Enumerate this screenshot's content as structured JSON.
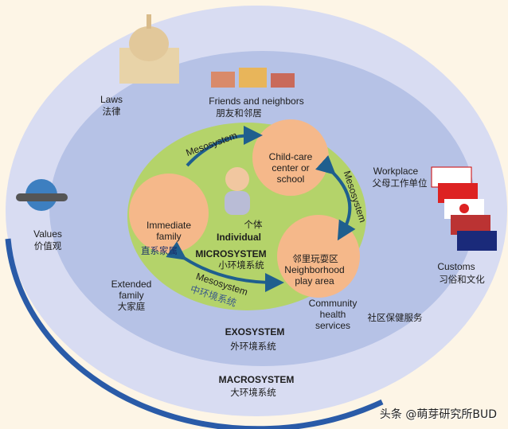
{
  "macrosystem": {
    "label": "MACROSYSTEM",
    "label_cn": "大环境系统",
    "color": "#d8dcf2"
  },
  "exosystem": {
    "label": "EXOSYSTEM",
    "label_cn": "外环境系统",
    "color": "#b6c2e6"
  },
  "microsystem": {
    "label": "MICROSYSTEM",
    "label_cn": "小环境系统",
    "color": "#b4d36a"
  },
  "individual": {
    "label": "Individual",
    "label_cn": "个体"
  },
  "settings": {
    "childcare": {
      "label": "Child-care center or school",
      "line1": "Child-care",
      "line2": "center or",
      "line3": "school"
    },
    "family": {
      "line1": "Immediate",
      "line2": "family",
      "label_cn": "直系家属"
    },
    "play": {
      "line1": "Neighborhood",
      "line2": "play area",
      "label_cn": "邻里玩耍区"
    },
    "color": "#f5b88a"
  },
  "mesosystem": {
    "label": "Mesosystem",
    "label_cn": "中环境系统",
    "arrow_color": "#1f5f8e"
  },
  "exo_items": {
    "friends": {
      "label": "Friends and neighbors",
      "label_cn": "朋友和邻居"
    },
    "workplace": {
      "label": "Workplace",
      "label_cn": "父母工作单位"
    },
    "extended": {
      "line1": "Extended",
      "line2": "family",
      "label_cn": "大家庭"
    },
    "health": {
      "line1": "Community",
      "line2": "health",
      "line3": "services",
      "label_cn": "社区保健服务"
    }
  },
  "macro_items": {
    "laws": {
      "label": "Laws",
      "label_cn": "法律"
    },
    "values": {
      "label": "Values",
      "label_cn": "价值观"
    },
    "customs": {
      "label": "Customs",
      "label_cn": "习俗和文化"
    }
  },
  "watermark": "头条 @萌芽研究所BUD",
  "outline_color": "#2a5ba8"
}
